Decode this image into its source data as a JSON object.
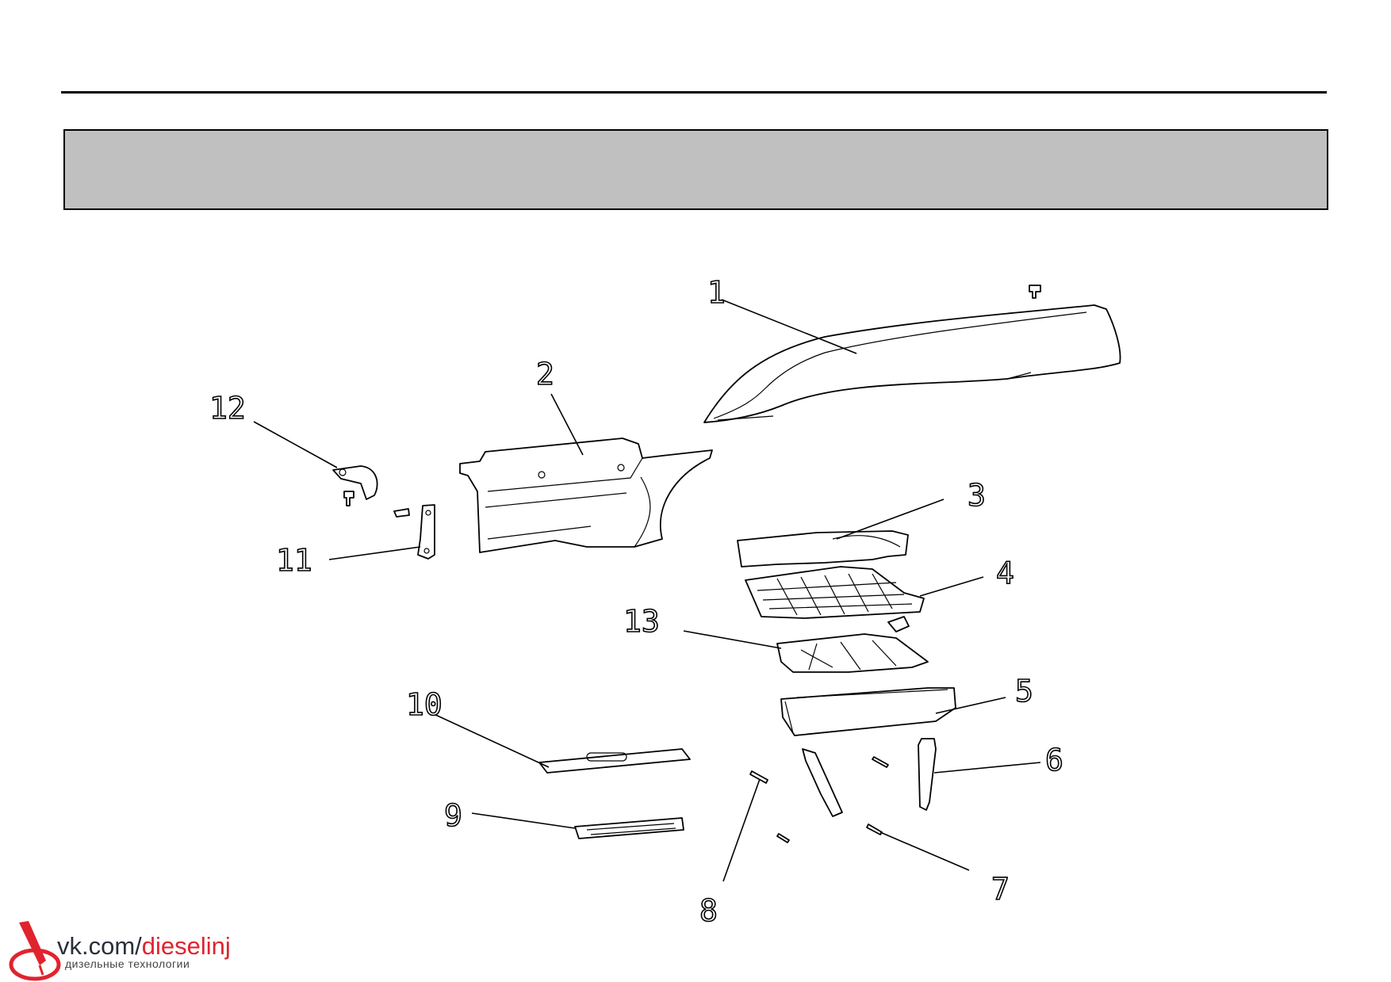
{
  "callouts": [
    {
      "id": "1",
      "label": "1"
    },
    {
      "id": "2",
      "label": "2"
    },
    {
      "id": "3",
      "label": "3"
    },
    {
      "id": "4",
      "label": "4"
    },
    {
      "id": "5",
      "label": "5"
    },
    {
      "id": "6",
      "label": "6"
    },
    {
      "id": "7",
      "label": "7"
    },
    {
      "id": "8",
      "label": "8"
    },
    {
      "id": "9",
      "label": "9"
    },
    {
      "id": "10",
      "label": "10"
    },
    {
      "id": "11",
      "label": "11"
    },
    {
      "id": "12",
      "label": "12"
    },
    {
      "id": "13",
      "label": "13"
    }
  ],
  "watermark": {
    "url_prefix": "vk.com/",
    "url_handle": "dieselinj",
    "subtitle": "дизельные технологии",
    "logo_icon": "fuel-injector-icon",
    "accent_color": "#e0242e"
  },
  "colors": {
    "title_band": "#c0c0c0",
    "line": "#000000"
  }
}
